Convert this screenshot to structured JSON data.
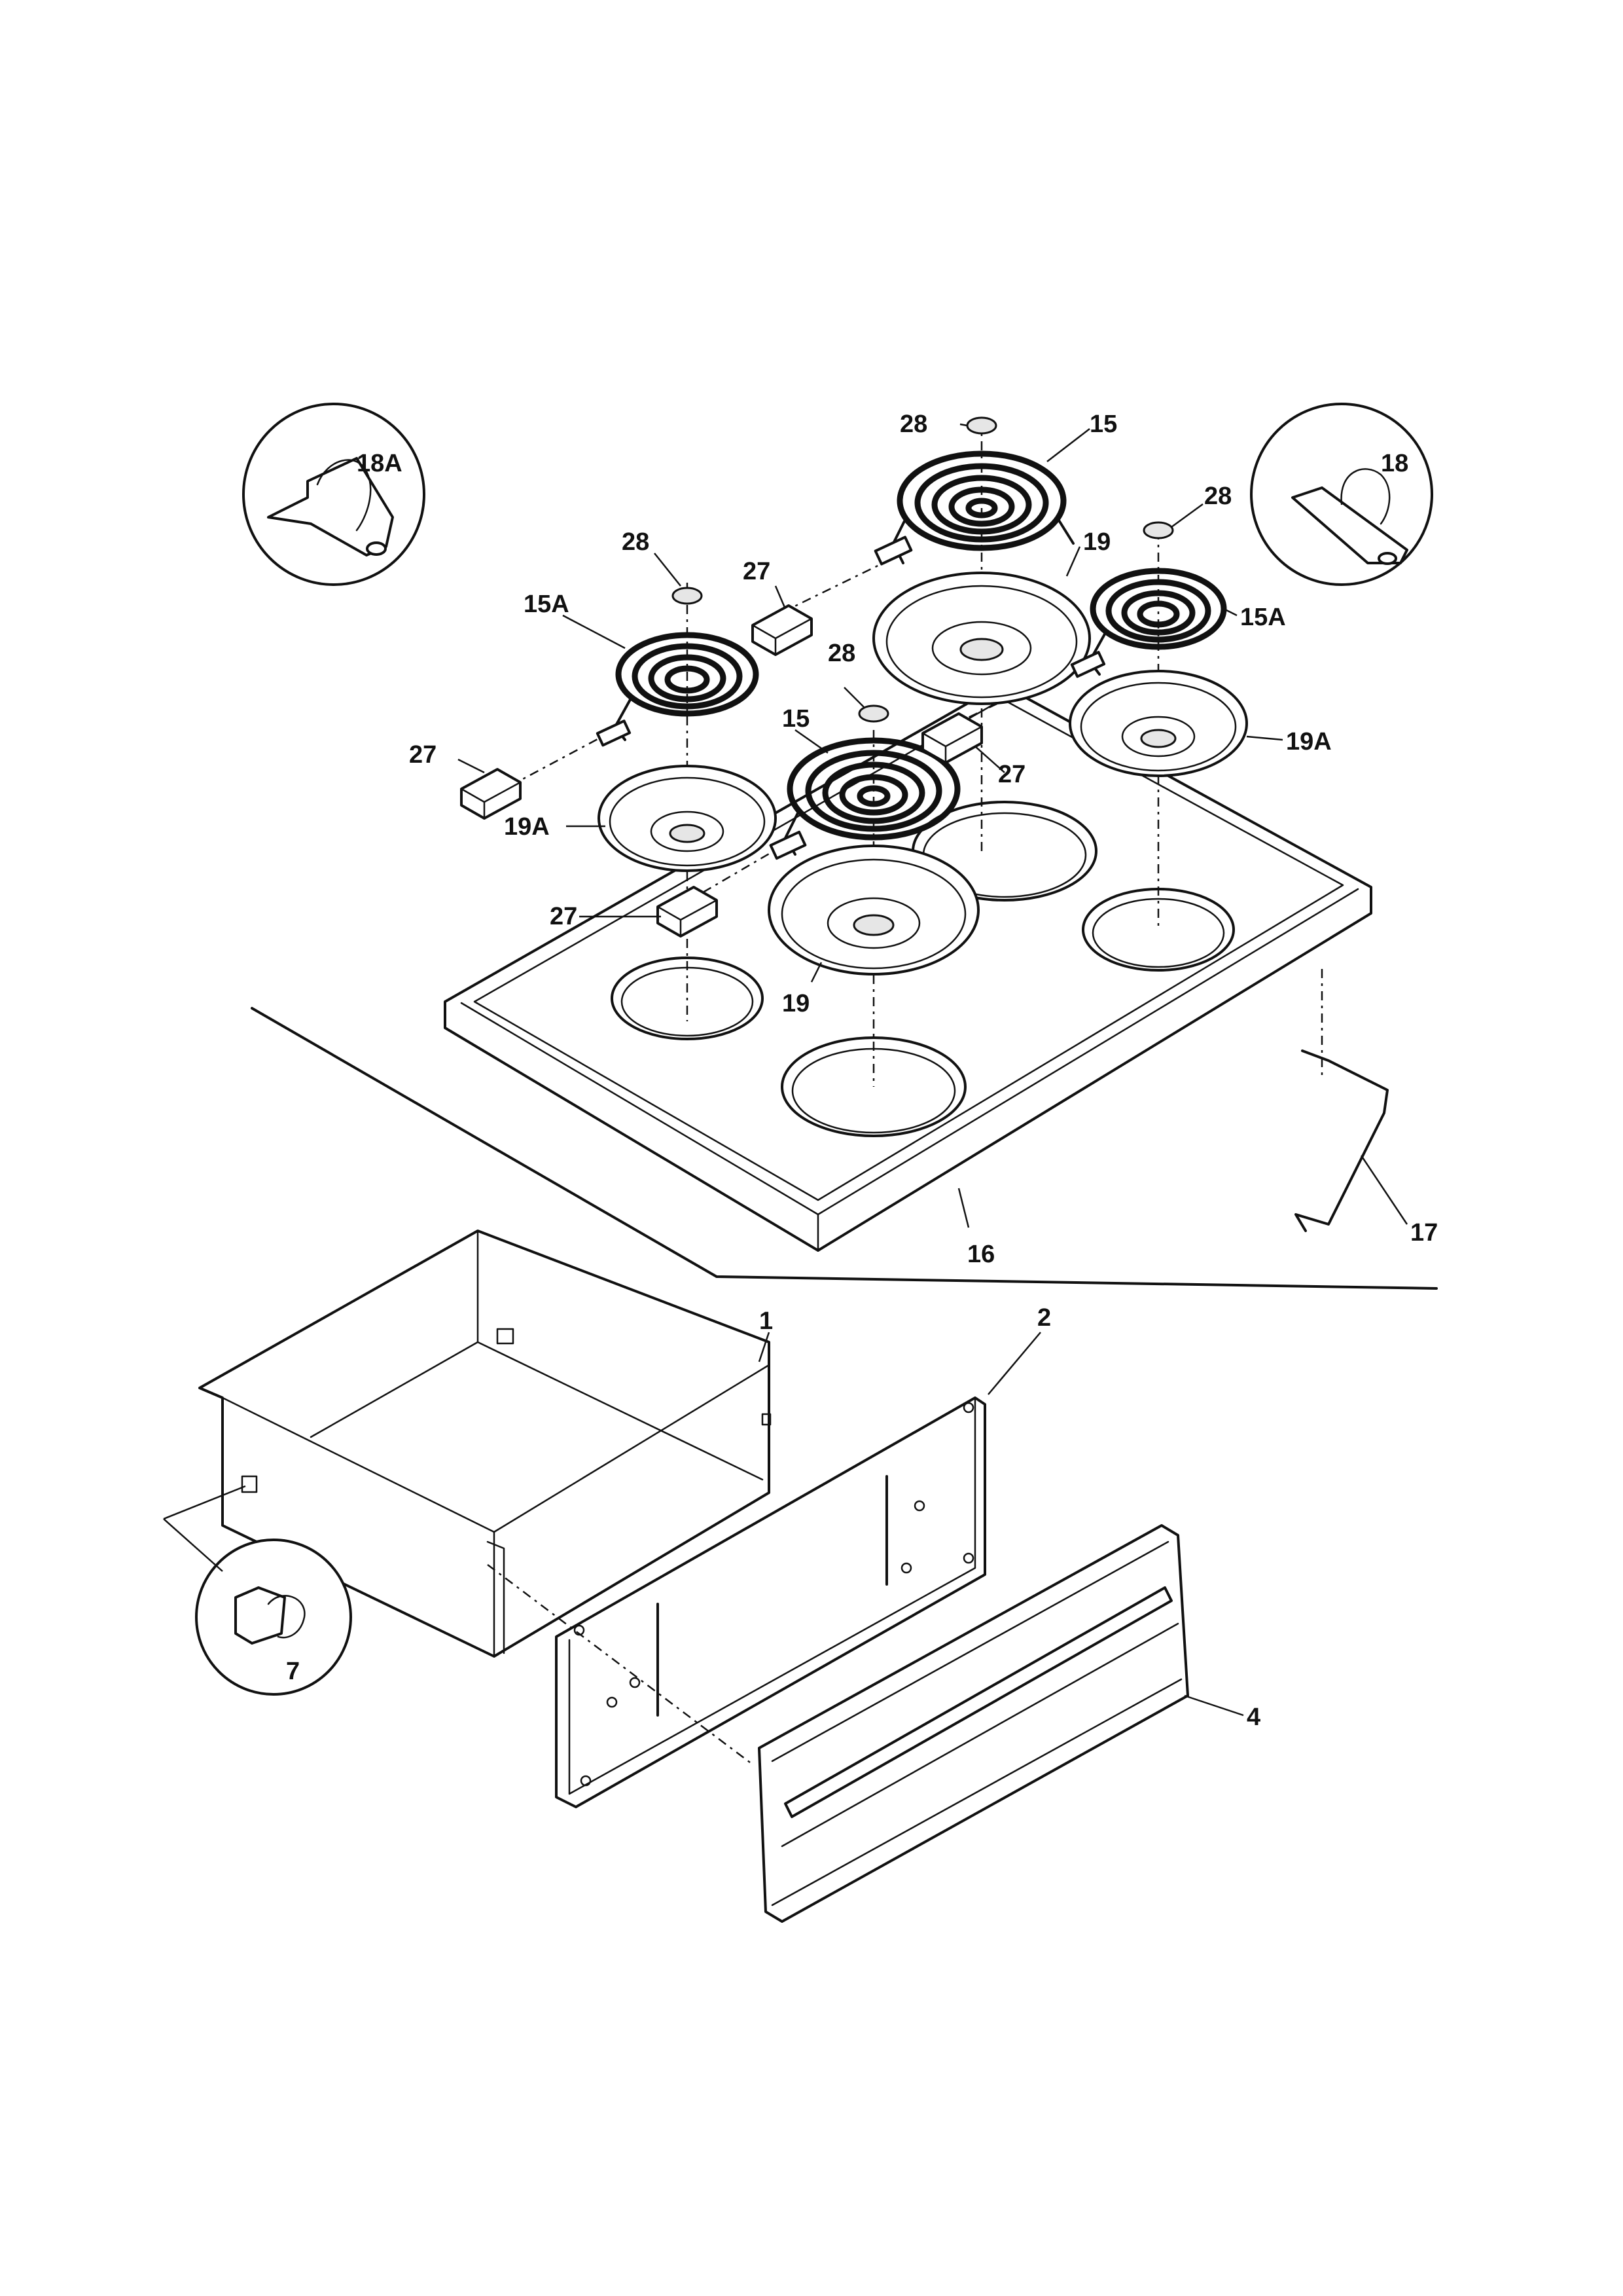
{
  "diagram": {
    "labels": {
      "c1": "1",
      "c2": "2",
      "c4": "4",
      "c7": "7",
      "c15_top": "15",
      "c15_mid": "15",
      "c15a_left": "15A",
      "c15a_right": "15A",
      "c16": "16",
      "c17": "17",
      "c18": "18",
      "c18a": "18A",
      "c19_top": "19",
      "c19_bottom": "19",
      "c19a_left": "19A",
      "c19a_right": "19A",
      "c27_a": "27",
      "c27_b": "27",
      "c27_c": "27",
      "c27_d": "27",
      "c28_a": "28",
      "c28_b": "28",
      "c28_c": "28",
      "c28_d": "28"
    }
  }
}
